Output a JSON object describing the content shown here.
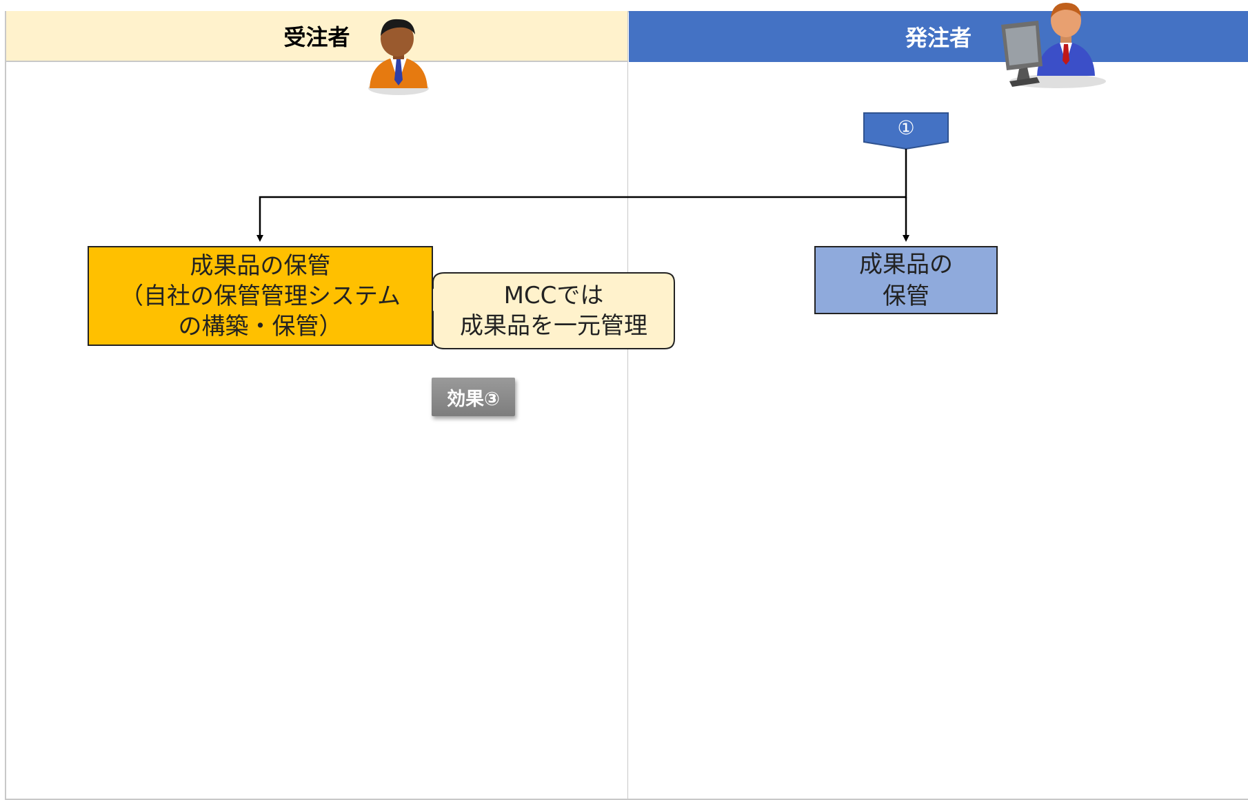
{
  "lanes": {
    "contractor": {
      "label": "受注者"
    },
    "client": {
      "label": "発注者"
    }
  },
  "nodes": {
    "start": {
      "label": "①"
    },
    "contractor_storage": {
      "lines": [
        "成果品の保管",
        "（自社の保管管理システム",
        "の構築・保管）"
      ]
    },
    "client_storage": {
      "lines": [
        "成果品の",
        "保管"
      ]
    }
  },
  "callout": {
    "lines": [
      "MCCでは",
      "成果品を一元管理"
    ]
  },
  "badge": {
    "label": "効果③"
  },
  "colors": {
    "contractor_header_bg": "#fff2cc",
    "client_header_bg": "#4472c4",
    "contractor_box": "#ffc000",
    "client_box": "#8faadc",
    "callout_bg": "#fff2cc",
    "badge_bg": "#8c8c8c"
  },
  "icons": {
    "contractor": "businessman-icon",
    "client": "businessman-at-computer-icon"
  }
}
